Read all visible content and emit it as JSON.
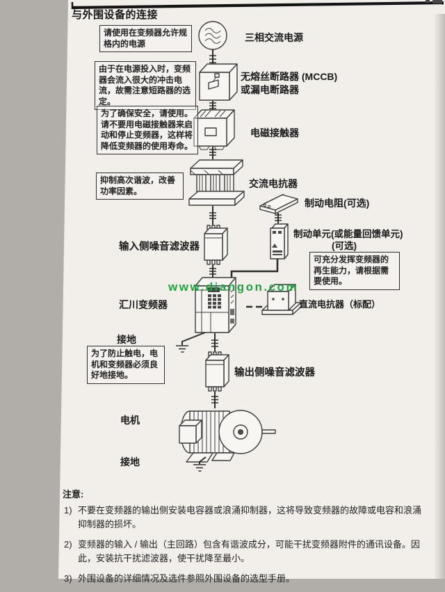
{
  "page": {
    "title": "与外围设备的连接",
    "watermark": "www.diangon.com"
  },
  "callouts": [
    {
      "text": "请使用在变频器允许规格内的电源"
    },
    {
      "text": "由于在电源投入时，变频器会流入很大的冲击电流，故需注意短路器的选定。"
    },
    {
      "text": "为了确保安全，请使用。请不要用电磁接触器来启动和停止变频器，这样将降低变频器的使用寿命。"
    },
    {
      "text": "抑制高次谐波，改善功率因素。"
    },
    {
      "text": "可充分发挥变频器的再生能力，请根据需要使用。"
    },
    {
      "text": "为了防止触电，电机和变频器必须良好地接地。"
    }
  ],
  "labels": {
    "ac_power": "三相交流电源",
    "mccb_line1": "无熔丝断路器 (MCCB)",
    "mccb_line2": "或漏电断路器",
    "contactor": "电磁接触器",
    "ac_reactor": "交流电抗器",
    "brake_resistor": "制动电阻(可选)",
    "brake_unit_line1": "制动单元(或能量回馈单元)",
    "brake_unit_line2": "(可选)",
    "input_filter": "输入侧噪音滤波器",
    "inverter": "汇川变频器",
    "dc_reactor": "直流电抗器（标配）",
    "ground_top": "接地",
    "output_filter": "输出侧噪音滤波器",
    "motor": "电机",
    "ground_bottom": "接地"
  },
  "notes": {
    "heading": "注意:",
    "markers": [
      "1)",
      "2)",
      "3)"
    ],
    "items": [
      "不要在变频器的输出侧安装电容器或浪涌抑制器，这将导致变频器的故障或电容和浪涌抑制器的损坏。",
      "变频器的输入 / 输出（主回路）包含有谐波成分，可能干扰变频器附件的通讯设备。因此，安装抗干扰滤波器，使干扰降至最小。",
      "外围设备的详细情况及选件参照外围设备的选型手册。"
    ]
  }
}
